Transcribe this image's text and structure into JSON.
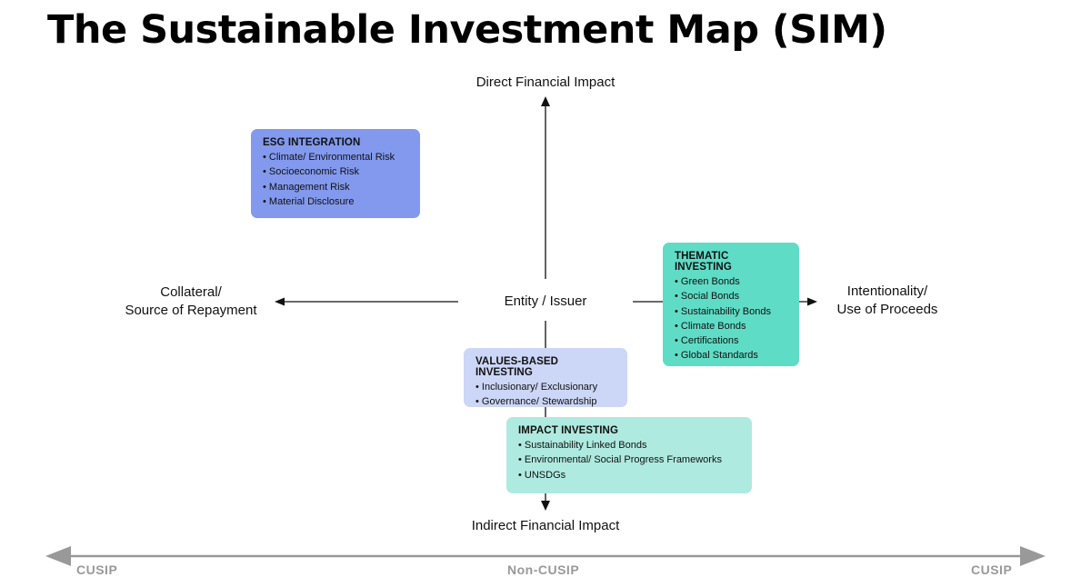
{
  "title": "The Sustainable Investment Map (SIM)",
  "axes": {
    "top": "Direct Financial Impact",
    "bottom": "Indirect Financial Impact",
    "left_line1": "Collateral/",
    "left_line2": "Source of Repayment",
    "right_line1": "Intentionality/",
    "right_line2": "Use of Proceeds",
    "center": "Entity / Issuer"
  },
  "boxes": {
    "esg": {
      "title": "ESG INTEGRATION",
      "color": "#8299ee",
      "items": [
        "Climate/ Environmental Risk",
        "Socioeconomic Risk",
        "Management Risk",
        "Material Disclosure"
      ]
    },
    "thematic": {
      "title": "THEMATIC INVESTING",
      "color": "#5fdcc6",
      "items": [
        "Green Bonds",
        "Social Bonds",
        "Sustainability Bonds",
        "Climate Bonds",
        "Certifications",
        "Global Standards"
      ]
    },
    "values": {
      "title": "VALUES-BASED INVESTING",
      "color": "#ccd6f6",
      "items": [
        "Inclusionary/ Exclusionary",
        "Governance/ Stewardship"
      ]
    },
    "impact": {
      "title": "IMPACT INVESTING",
      "color": "#aeeadf",
      "items": [
        "Sustainability Linked Bonds",
        "Environmental/ Social Progress Frameworks",
        "UNSDGs"
      ]
    }
  },
  "bottom_scale": {
    "left": "CUSIP",
    "center": "Non-CUSIP",
    "right": "CUSIP",
    "color": "#999999"
  }
}
